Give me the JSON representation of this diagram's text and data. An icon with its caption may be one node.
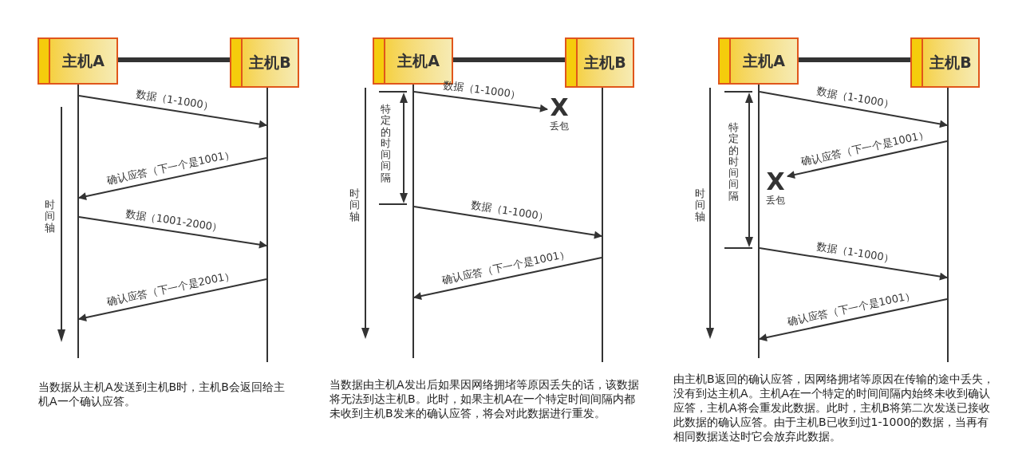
{
  "diagram": {
    "nodes": [
      {
        "text": [
          "主机A"
        ]
      },
      {
        "text": [
          "主机B"
        ]
      },
      {
        "text": [],
        "shape": "bar"
      },
      {
        "text": [],
        "shape": "bar"
      },
      {
        "text": [
          "主机A"
        ]
      },
      {
        "text": [
          "主机B"
        ]
      },
      {
        "text": [],
        "shape": "bar"
      },
      {
        "text": [],
        "shape": "bar"
      },
      {
        "text": [
          "X",
          "丢包"
        ]
      },
      {
        "text": [
          "主机A"
        ]
      },
      {
        "text": [
          "主机B"
        ]
      },
      {
        "text": [],
        "shape": "bar"
      },
      {
        "text": [],
        "shape": "bar"
      },
      {
        "text": [
          "X",
          "丢包"
        ]
      }
    ],
    "edges": [
      {
        "from": 0,
        "to": 1,
        "arrow": "none",
        "style": "thick"
      },
      {
        "from": 2,
        "to": 3,
        "arrow": "to",
        "label": "数据（1-1000）"
      },
      {
        "from": 3,
        "to": 2,
        "arrow": "to",
        "label": "确认应答（下一个是1001）"
      },
      {
        "from": 2,
        "to": 3,
        "arrow": "to",
        "label": "数据（1001-2000）"
      },
      {
        "from": 3,
        "to": 2,
        "arrow": "to",
        "label": "确认应答（下一个是2001）"
      },
      {
        "from": 4,
        "to": 5,
        "arrow": "none",
        "style": "thick"
      },
      {
        "from": 6,
        "to": 8,
        "arrow": "to",
        "label": "数据（1-1000）"
      },
      {
        "from": 6,
        "to": 7,
        "arrow": "to",
        "label": "数据（1-1000）"
      },
      {
        "from": 7,
        "to": 6,
        "arrow": "to",
        "label": "确认应答（下一个是1001）"
      },
      {
        "from": 9,
        "to": 10,
        "arrow": "none",
        "style": "thick"
      },
      {
        "from": 11,
        "to": 12,
        "arrow": "to",
        "label": "数据（1-1000）"
      },
      {
        "from": 12,
        "to": 13,
        "arrow": "to",
        "label": "确认应答（下一个是1001）"
      },
      {
        "from": 11,
        "to": 12,
        "arrow": "to",
        "label": "数据（1-1000）"
      },
      {
        "from": 12,
        "to": 11,
        "arrow": "to",
        "label": "确认应答（下一个是1001）"
      }
    ],
    "labels": [
      "时间轴",
      "当数据从主机A发送到主机B时，主机B会返回给主机A一个确认应答。",
      "特定的时间间隔",
      "时间轴",
      "当数据由主机A发出后如果因网络拥堵等原因丢失的话，该数据将无法到达主机B。此时，如果主机A在一个特定时间间隔内都未收到主机B发来的确认应答，将会对此数据进行重发。",
      "特定的时间间隔",
      "时间轴",
      "由主机B返回的确认应答，因网络拥堵等原因在传输的途中丢失，没有到达主机A。主机A在一个特定的时间间隔内始终未收到确认应答，主机A将会重发此数据。此时，主机B将第二次发送已接收此数据的确认应答。由于主机B已收到过1-1000的数据，当再有相同数据送达时它会放弃此数据。"
    ]
  }
}
